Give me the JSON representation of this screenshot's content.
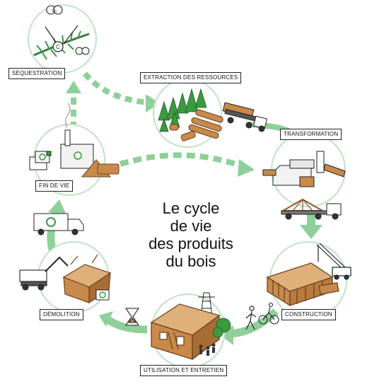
{
  "title_lines": [
    "Le cycle",
    "de vie",
    "des produits",
    "du bois"
  ],
  "stages": {
    "sequestration": "SÉQUESTRATION",
    "extraction": "EXTRACTION DES RESSOURCES",
    "transformation": "TRANSFORMATION",
    "construction": "CONSTRUCTION",
    "utilisation": "UTILISATION ET ENTRETIEN",
    "demolition": "DÉMOLITION",
    "fin_de_vie": "FIN DE VIE"
  },
  "symbols": {
    "carbon": "C",
    "oxygen": "O₂"
  },
  "colors": {
    "arrow_green": "#8fcf98",
    "arrow_green_dark": "#6dbb7a",
    "wood": "#c9894a",
    "wood_dark": "#8a5a2b",
    "tree_green": "#3a9a3f",
    "ink": "#222222"
  },
  "icons": [
    "pine-branch-icon",
    "forest-icon",
    "log-truck-icon",
    "sawmill-icon",
    "roof-truss-truck-icon",
    "crane-icon",
    "house-frame-icon",
    "cyclist-icon",
    "hourglass-icon",
    "house-icon",
    "excavator-icon",
    "recycling-truck-icon",
    "recycling-bin-icon",
    "factory-icon"
  ]
}
